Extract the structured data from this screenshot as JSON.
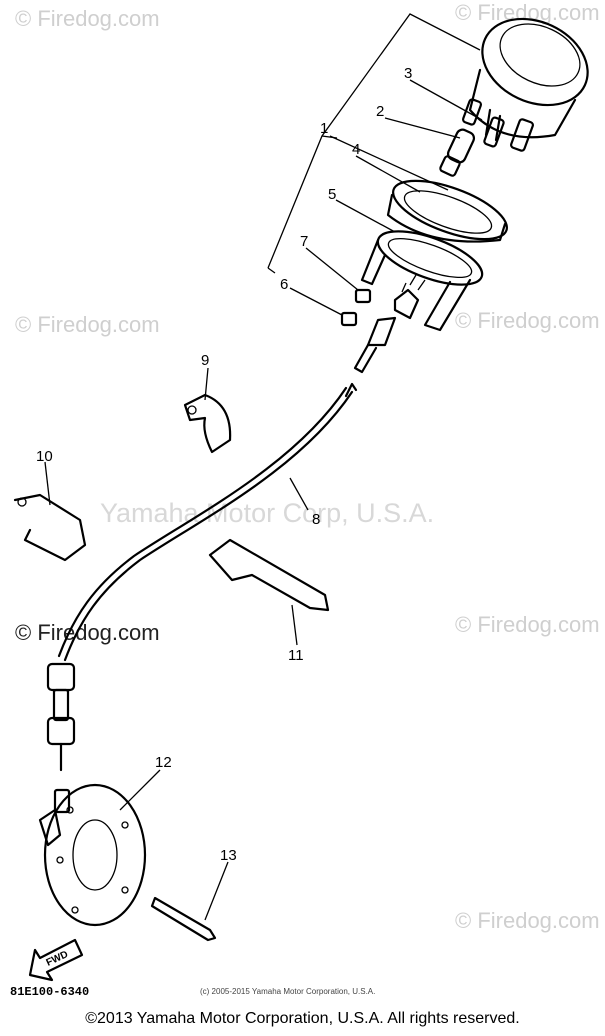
{
  "watermarks": {
    "firedog": "© Firedog.com",
    "yamaha": "Yamaha Motor Corp, U.S.A."
  },
  "callouts": [
    "1",
    "2",
    "3",
    "4",
    "5",
    "6",
    "7",
    "8",
    "9",
    "10",
    "11",
    "12",
    "13"
  ],
  "fwd_label": "FWD",
  "part_code": "81E100-6340",
  "small_copyright": "(c) 2005-2015 Yamaha Motor Corporation, U.S.A.",
  "footer": "©2013 Yamaha Motor Corporation, U.S.A. All rights reserved."
}
